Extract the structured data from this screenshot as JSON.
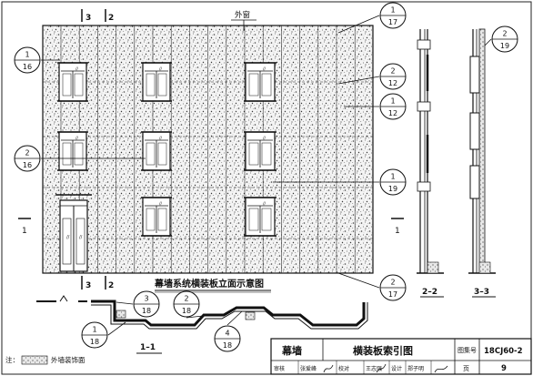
{
  "elevation": {
    "title": "幕墙系统横装板立面示意图",
    "top_label": "外窗",
    "section_marks": {
      "three": "3",
      "two": "2",
      "one": "1"
    }
  },
  "callouts": [
    {
      "num": "1",
      "sheet": "16"
    },
    {
      "num": "2",
      "sheet": "16"
    },
    {
      "num": "1",
      "sheet": "17"
    },
    {
      "num": "2",
      "sheet": "12"
    },
    {
      "num": "1",
      "sheet": "12"
    },
    {
      "num": "1",
      "sheet": "19"
    },
    {
      "num": "2",
      "sheet": "17"
    },
    {
      "num": "2",
      "sheet": "19"
    },
    {
      "num": "3",
      "sheet": "18"
    },
    {
      "num": "2",
      "sheet": "18"
    },
    {
      "num": "1",
      "sheet": "18"
    },
    {
      "num": "4",
      "sheet": "18"
    }
  ],
  "sections": {
    "s22": "2–2",
    "s33": "3–3",
    "s11": "1–1"
  },
  "note": {
    "prefix": "注：",
    "text": "外墙装饰面"
  },
  "title_block": {
    "category": "幕墙",
    "drawing_title": "横装板索引图",
    "atlas_label": "图集号",
    "atlas_no": "18CJ60-2",
    "page_label": "页",
    "page_no": "9",
    "review_label": "审核",
    "reviewer": "张爱峰",
    "check_label": "校对",
    "checker": "王志强",
    "design_label": "设计",
    "designer": "郑子明"
  }
}
